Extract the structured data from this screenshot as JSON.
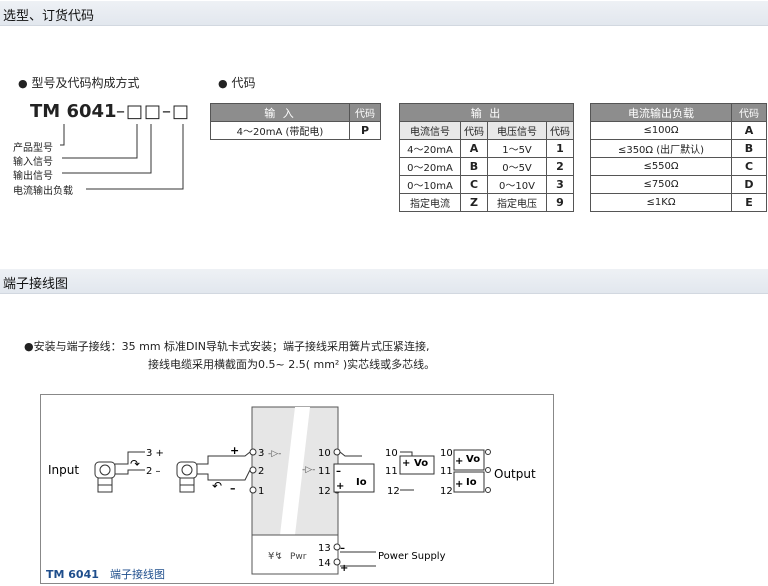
{
  "section1": {
    "title": "选型、订货代码"
  },
  "model_code": {
    "heading": "型号及代码构成方式",
    "model": "TM 6041",
    "pattern": "–□□–□",
    "labels": [
      "产品型号",
      "输入信号",
      "输出信号",
      "电流输出负载"
    ]
  },
  "codes": {
    "heading": "代码",
    "input_table": {
      "title": "输 入",
      "code_col": "代码",
      "rows": [
        {
          "signal": "4～20mA (带配电)",
          "code": "P"
        }
      ]
    },
    "output_table": {
      "title": "输 出",
      "headers": [
        "电流信号",
        "代码",
        "电压信号",
        "代码"
      ],
      "rows": [
        {
          "current": "4～20mA",
          "c_code": "A",
          "voltage": "1～5V",
          "v_code": "1"
        },
        {
          "current": "0～20mA",
          "c_code": "B",
          "voltage": "0～5V",
          "v_code": "2"
        },
        {
          "current": "0～10mA",
          "c_code": "C",
          "voltage": "0～10V",
          "v_code": "3"
        },
        {
          "current": "指定电流",
          "c_code": "Z",
          "voltage": "指定电压",
          "v_code": "9"
        }
      ]
    },
    "load_table": {
      "title": "电流输出负载",
      "code_col": "代码",
      "rows": [
        {
          "load": "≤100Ω",
          "code": "A"
        },
        {
          "load": "≤350Ω (出厂默认)",
          "code": "B"
        },
        {
          "load": "≤550Ω",
          "code": "C"
        },
        {
          "load": "≤750Ω",
          "code": "D"
        },
        {
          "load": "≤1KΩ",
          "code": "E"
        }
      ]
    }
  },
  "section2": {
    "title": "端子接线图"
  },
  "install": {
    "line1": "安装与端子接线：35 mm 标准DIN导轨卡式安装；端子接线采用簧片式压紧连接,",
    "line2": "接线电缆采用横截面为0.5~ 2.5( mm² )实芯线或多芯线。"
  },
  "diagram": {
    "input_label": "Input",
    "output_label": "Output",
    "power_label": "Power Supply",
    "pwr_label": "Pwr",
    "caption_model": "TM 6041",
    "caption_text": "端子接线图",
    "left_terminals": [
      "3",
      "2",
      "1"
    ],
    "right_terminals": [
      "10",
      "11",
      "12"
    ],
    "power_terminals": [
      "13",
      "14"
    ],
    "sensor_a": {
      "t3": "3 +",
      "t2": "2 –"
    },
    "vo": "Vo",
    "io": "Io",
    "plus": "+",
    "minus": "–"
  }
}
